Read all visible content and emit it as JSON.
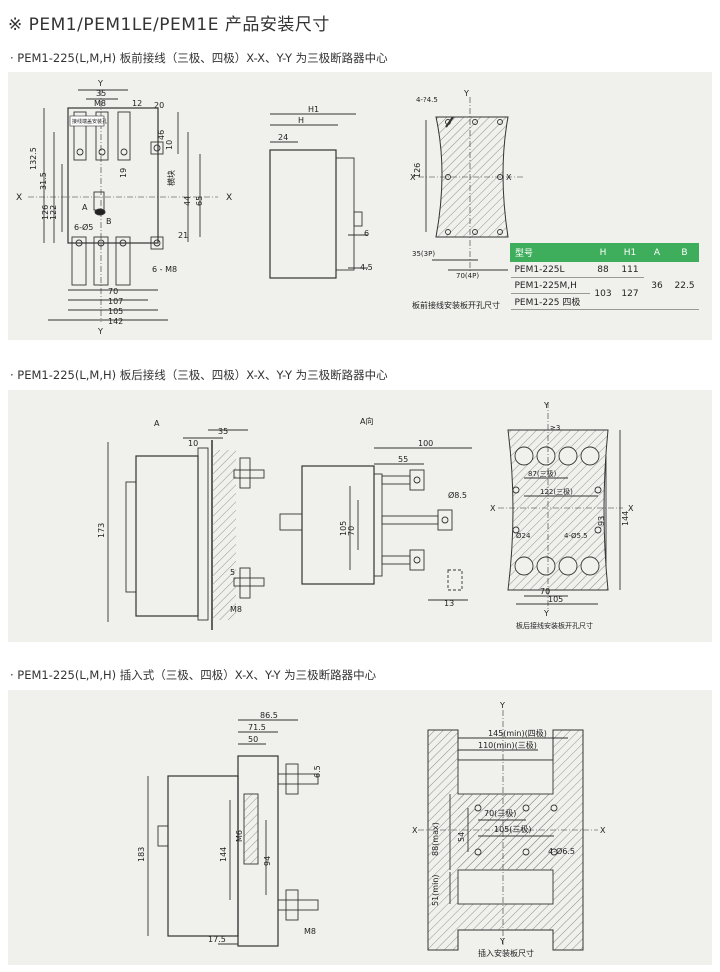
{
  "page": {
    "title": "※ PEM1/PEM1LE/PEM1E 产品安装尺寸"
  },
  "section1": {
    "subtitle": "· PEM1-225(L,M,H) 板前接线（三极、四极）X-X、Y-Y 为三极断路器中心",
    "caption": "板前接线安装板开孔尺寸",
    "labels": {
      "y_top": "Y",
      "dim_35": "35",
      "m8": "M8",
      "dim_12": "12",
      "dim_20": "20",
      "dim_132_5": "132.5",
      "dim_31_5": "31.5",
      "dim_126": "126",
      "dim_122": "122",
      "dim_46": "46",
      "dim_10": "10",
      "dim_19": "19",
      "x_left": "X",
      "x_right": "X",
      "a": "A",
      "b": "B",
      "holes": "6-Ø5",
      "dim_21": "21",
      "dim_44": "44",
      "dim_65": "65",
      "hand": "横块",
      "m8_6": "6 - M8",
      "dim_70": "70",
      "dim_107": "107",
      "dim_105": "105",
      "dim_142": "142",
      "y_bottom": "Y",
      "box_label": "接线端盖安装孔",
      "h1": "H1",
      "h": "H",
      "dim_24": "24",
      "dim_6": "6",
      "dim_4_5": "4.5",
      "holes2": "4-?4.5",
      "y_m": "Y",
      "x_m_left": "X",
      "x_m_right": "X",
      "dim_126_m": "126",
      "dim_35_3p": "35(3P)",
      "dim_70_4p": "70(4P)"
    }
  },
  "spec_table": {
    "headers": [
      "型号",
      "H",
      "H1",
      "A",
      "B"
    ],
    "rows": [
      {
        "model": "PEM1-225L",
        "h": "88",
        "h1": "111"
      },
      {
        "model": "PEM1-225M,H",
        "h": "103",
        "h1": "127"
      },
      {
        "model": "PEM1-225 四极",
        "h": "",
        "h1": ""
      }
    ],
    "a_merged": "36",
    "b_merged": "22.5"
  },
  "section2": {
    "subtitle": "· PEM1-225(L,M,H) 板后接线（三极、四极）X-X、Y-Y 为三极断路器中心",
    "caption": "板后接线安装板开孔尺寸",
    "labels": {
      "a_arrow": "A",
      "dim_35": "35",
      "dim_10": "10",
      "dim_173": "173",
      "dim_5": "5",
      "m8": "M8",
      "a_dir": "A向",
      "dim_100": "100",
      "dim_55": "55",
      "dia_8_5": "Ø8.5",
      "dim_105": "105",
      "dim_70": "70",
      "dim_13": "13",
      "y_top": "Y",
      "dim_3": "≥3",
      "dim_87": "87(三极)",
      "dim_122": "122(三极)",
      "x_left": "X",
      "x_right": "X",
      "dim_93": "93",
      "dim_144": "144",
      "dia_24": "Ø24",
      "holes": "4-Ø5.5",
      "dim_70b": "70",
      "dim_105b": "105",
      "y_bottom": "Y"
    }
  },
  "section3": {
    "subtitle": "· PEM1-225(L,M,H) 插入式（三极、四极）X-X、Y-Y 为三极断路器中心",
    "caption": "插入安装板尺寸",
    "labels": {
      "dim_86_5": "86.5",
      "dim_71_5": "71.5",
      "dim_50": "50",
      "dim_6_5": "6.5",
      "m6": "M6",
      "dim_183": "183",
      "dim_144": "144",
      "dim_94": "94",
      "dim_17_5": "17.5",
      "m8": "M8",
      "y_top": "Y",
      "dim_145": "145(min)(四极)",
      "dim_110": "110(min)(三极)",
      "dim_70": "70(三极)",
      "dim_105": "105(三极)",
      "x_left": "X",
      "x_right": "X",
      "dim_54": "54",
      "dim_88": "88(max)",
      "holes": "4-Ø6.5",
      "dim_51": "51(min)",
      "y_bottom": "Y"
    }
  }
}
